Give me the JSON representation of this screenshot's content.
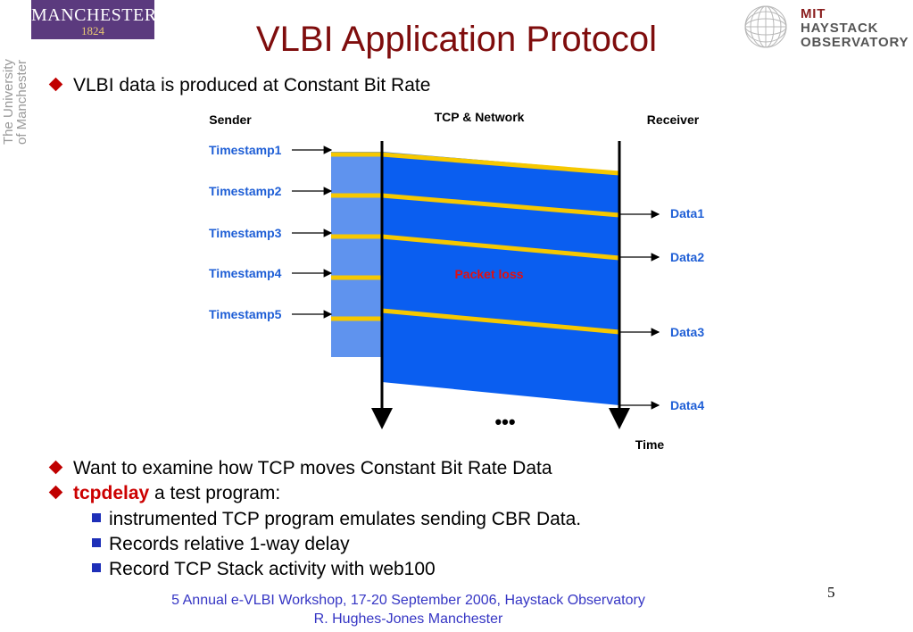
{
  "logos": {
    "manchester_name": "MANCHESTER",
    "manchester_year": "1824",
    "university_line1": "The University",
    "university_line2": "of Manchester",
    "mit_line1": "MIT",
    "mit_line2": "HAYSTACK",
    "mit_line3": "OBSERVATORY"
  },
  "title": "VLBI Application Protocol",
  "top_bullet": "VLBI data is produced at Constant Bit Rate",
  "diagram": {
    "sender_label": "Sender",
    "network_label": "TCP & Network",
    "receiver_label": "Receiver",
    "timestamps": [
      "Timestamp1",
      "Timestamp2",
      "Timestamp3",
      "Timestamp4",
      "Timestamp5"
    ],
    "data_labels": [
      "Data1",
      "Data2",
      "Data3",
      "Data4"
    ],
    "packet_loss": "Packet loss",
    "ellipsis": "•••",
    "time_label": "Time",
    "colors": {
      "blue": "#0a5ef0",
      "light_blue": "#5f93ee",
      "yellow": "#f6c800",
      "label_blue": "#1f5fd6"
    }
  },
  "bullets": {
    "b1": "Want to examine how TCP moves Constant Bit Rate Data",
    "b2_highlight": "tcpdelay",
    "b2_rest": " a test program:",
    "sub": [
      "instrumented TCP program emulates sending CBR Data.",
      "Records relative 1-way delay",
      "Record TCP Stack activity with web100"
    ]
  },
  "footer": {
    "line1": "5 Annual e-VLBI Workshop, 17-20 September 2006, Haystack Observatory",
    "line2": "R. Hughes-Jones  Manchester"
  },
  "page_number": "5"
}
